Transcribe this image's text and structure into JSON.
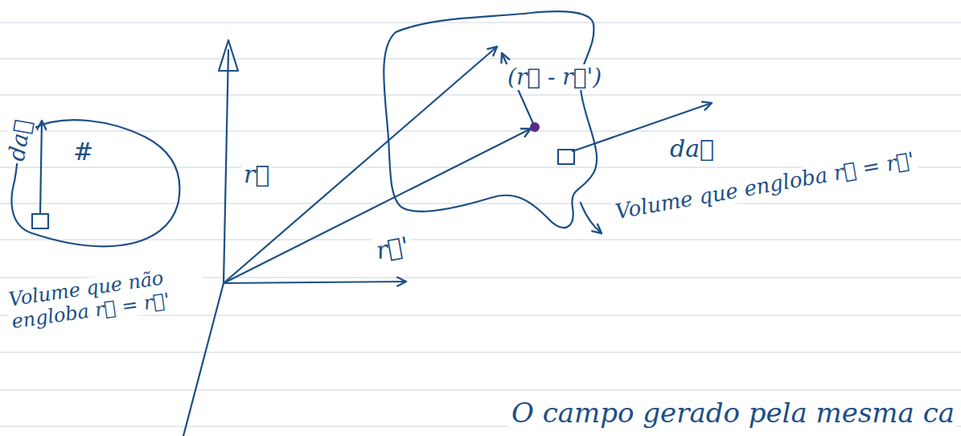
{
  "diagram": {
    "labels": [
      "r⃗",
      "r⃗'",
      "(r⃗ - r⃗')",
      "da⃗",
      "da⃗",
      "#",
      "Volume que não engloba r⃗ = r⃗'",
      "Volume que engloba r⃗ = r⃗'",
      "O campo gerado pela mesma ca"
    ]
  }
}
